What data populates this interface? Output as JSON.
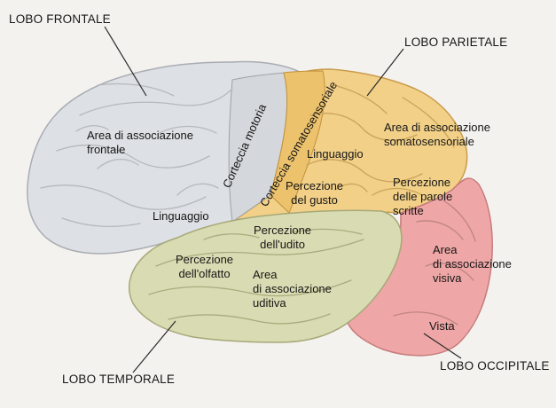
{
  "lobes": {
    "frontal": "LOBO FRONTALE",
    "parietal": "LOBO PARIETALE",
    "temporal": "LOBO TEMPORALE",
    "occipital": "LOBO OCCIPITALE"
  },
  "areas": {
    "frontal_assoc": [
      "Area di associazione",
      "frontale"
    ],
    "motor_cortex": "Corteccia motoria",
    "somatosensory_cortex": "Corteccia somatosensoriale",
    "language_parietal": "Linguaggio",
    "somatosensory_assoc": [
      "Area di associazione",
      "somatosensoriale"
    ],
    "taste": [
      "Percezione",
      "del gusto"
    ],
    "written_words": [
      "Percezione",
      "delle parole",
      "scritte"
    ],
    "language_frontal": "Linguaggio",
    "hearing": [
      "Percezione",
      "dell'udito"
    ],
    "smell": [
      "Percezione",
      "dell'olfatto"
    ],
    "auditory_assoc": [
      "Area",
      "di associazione",
      "uditiva"
    ],
    "visual_assoc": [
      "Area",
      "di associazione",
      "visiva"
    ],
    "vision": "Vista"
  },
  "colors": {
    "frontal": "#dcdfe4",
    "parietal": "#f2cf7e",
    "temporal": "#d9ddb0",
    "occipital": "#eea0a0",
    "background": "#f4f2ef"
  }
}
